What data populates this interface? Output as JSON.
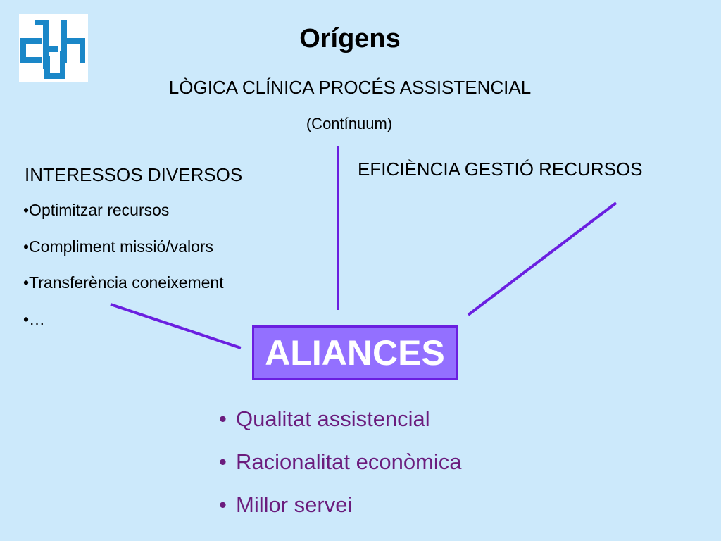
{
  "slide": {
    "title": "Orígens",
    "subtitle": "LÒGICA CLÍNICA PROCÉS ASSISTENCIAL",
    "subtitle_note": "(Contínuum)",
    "efficiency": "EFICIÈNCIA GESTIÓ RECURSOS",
    "interests": {
      "heading": "INTERESSOS DIVERSOS",
      "items": [
        "•Optimitzar recursos",
        "•Compliment missió/valors",
        "•Transferència coneixement",
        "•…"
      ]
    },
    "center": "ALIANCES",
    "outcomes": {
      "bullet": "•",
      "items": [
        "Qualitat assistencial",
        "Racionalitat econòmica",
        "Millor servei"
      ]
    }
  },
  "colors": {
    "background": "#cce9fb",
    "connector": "#6a1fe0",
    "center_fill": "#9370ff",
    "outcome_text": "#6b1c7d",
    "logo": "#1a87c8"
  },
  "icons": {
    "logo": "cdu-logo-icon"
  }
}
